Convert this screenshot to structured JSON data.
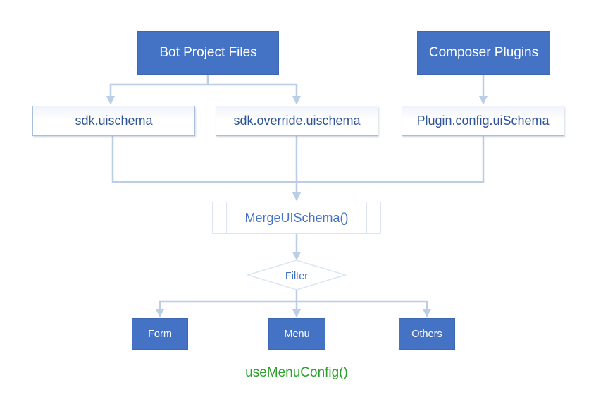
{
  "nodes": {
    "bot_project_files": "Bot Project Files",
    "composer_plugins": "Composer Plugins",
    "sdk_uischema": "sdk.uischema",
    "sdk_override_uischema": "sdk.override.uischema",
    "plugin_config_uischema": "Plugin.config.uiSchema",
    "merge_uischema": "MergeUISchema()",
    "filter": "Filter",
    "form": "Form",
    "menu": "Menu",
    "others": "Others"
  },
  "caption": "useMenuConfig()",
  "colors": {
    "accent": "#4472c4",
    "connector": "#bccde6",
    "caption": "#2ca02c"
  }
}
